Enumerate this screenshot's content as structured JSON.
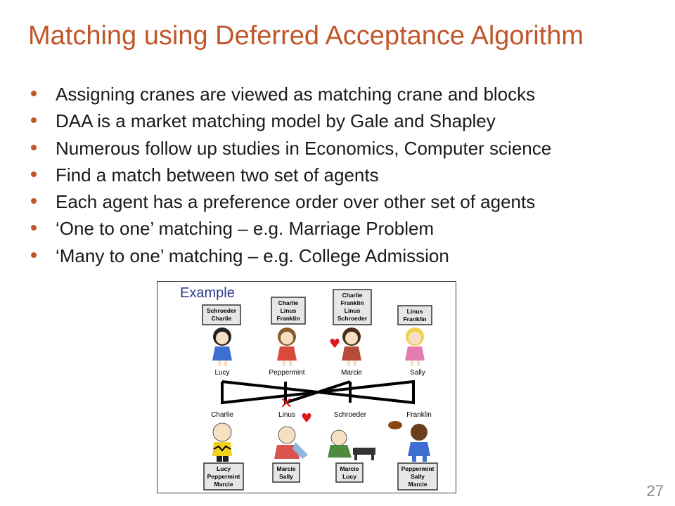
{
  "slide": {
    "title": "Matching using Deferred Acceptance Algorithm",
    "bullets": [
      "Assigning cranes are viewed as matching crane and blocks",
      "DAA is a market matching model by Gale and Shapley",
      "Numerous follow up studies in Economics, Computer science",
      "Find a match between two set of agents",
      "Each agent has a preference order over other set of agents",
      "‘One to one’ matching – e.g. Marriage Problem",
      "‘Many to one’ matching – e.g. College Admission"
    ],
    "page_number": "27",
    "accent_color": "#C0562A"
  },
  "example": {
    "heading": "Example",
    "top_agents": [
      {
        "name": "Lucy",
        "preferences": [
          "Schroeder",
          "Charlie"
        ]
      },
      {
        "name": "Peppermint",
        "preferences": [
          "Charlie",
          "Linus",
          "Franklin"
        ]
      },
      {
        "name": "Marcie",
        "preferences": [
          "Charlie",
          "Franklin",
          "Linus",
          "Schroeder"
        ]
      },
      {
        "name": "Sally",
        "preferences": [
          "Linus",
          "Franklin"
        ]
      }
    ],
    "bottom_agents": [
      {
        "name": "Charlie",
        "preferences": [
          "Lucy",
          "Peppermint",
          "Marcie"
        ]
      },
      {
        "name": "Linus",
        "preferences": [
          "Marcie",
          "Sally"
        ]
      },
      {
        "name": "Schroeder",
        "preferences": [
          "Marcie",
          "Lucy"
        ]
      },
      {
        "name": "Franklin",
        "preferences": [
          "Peppermint",
          "Sally",
          "Marcie"
        ]
      }
    ],
    "rejection_mark": "✕",
    "heart_glyph": "♥"
  }
}
